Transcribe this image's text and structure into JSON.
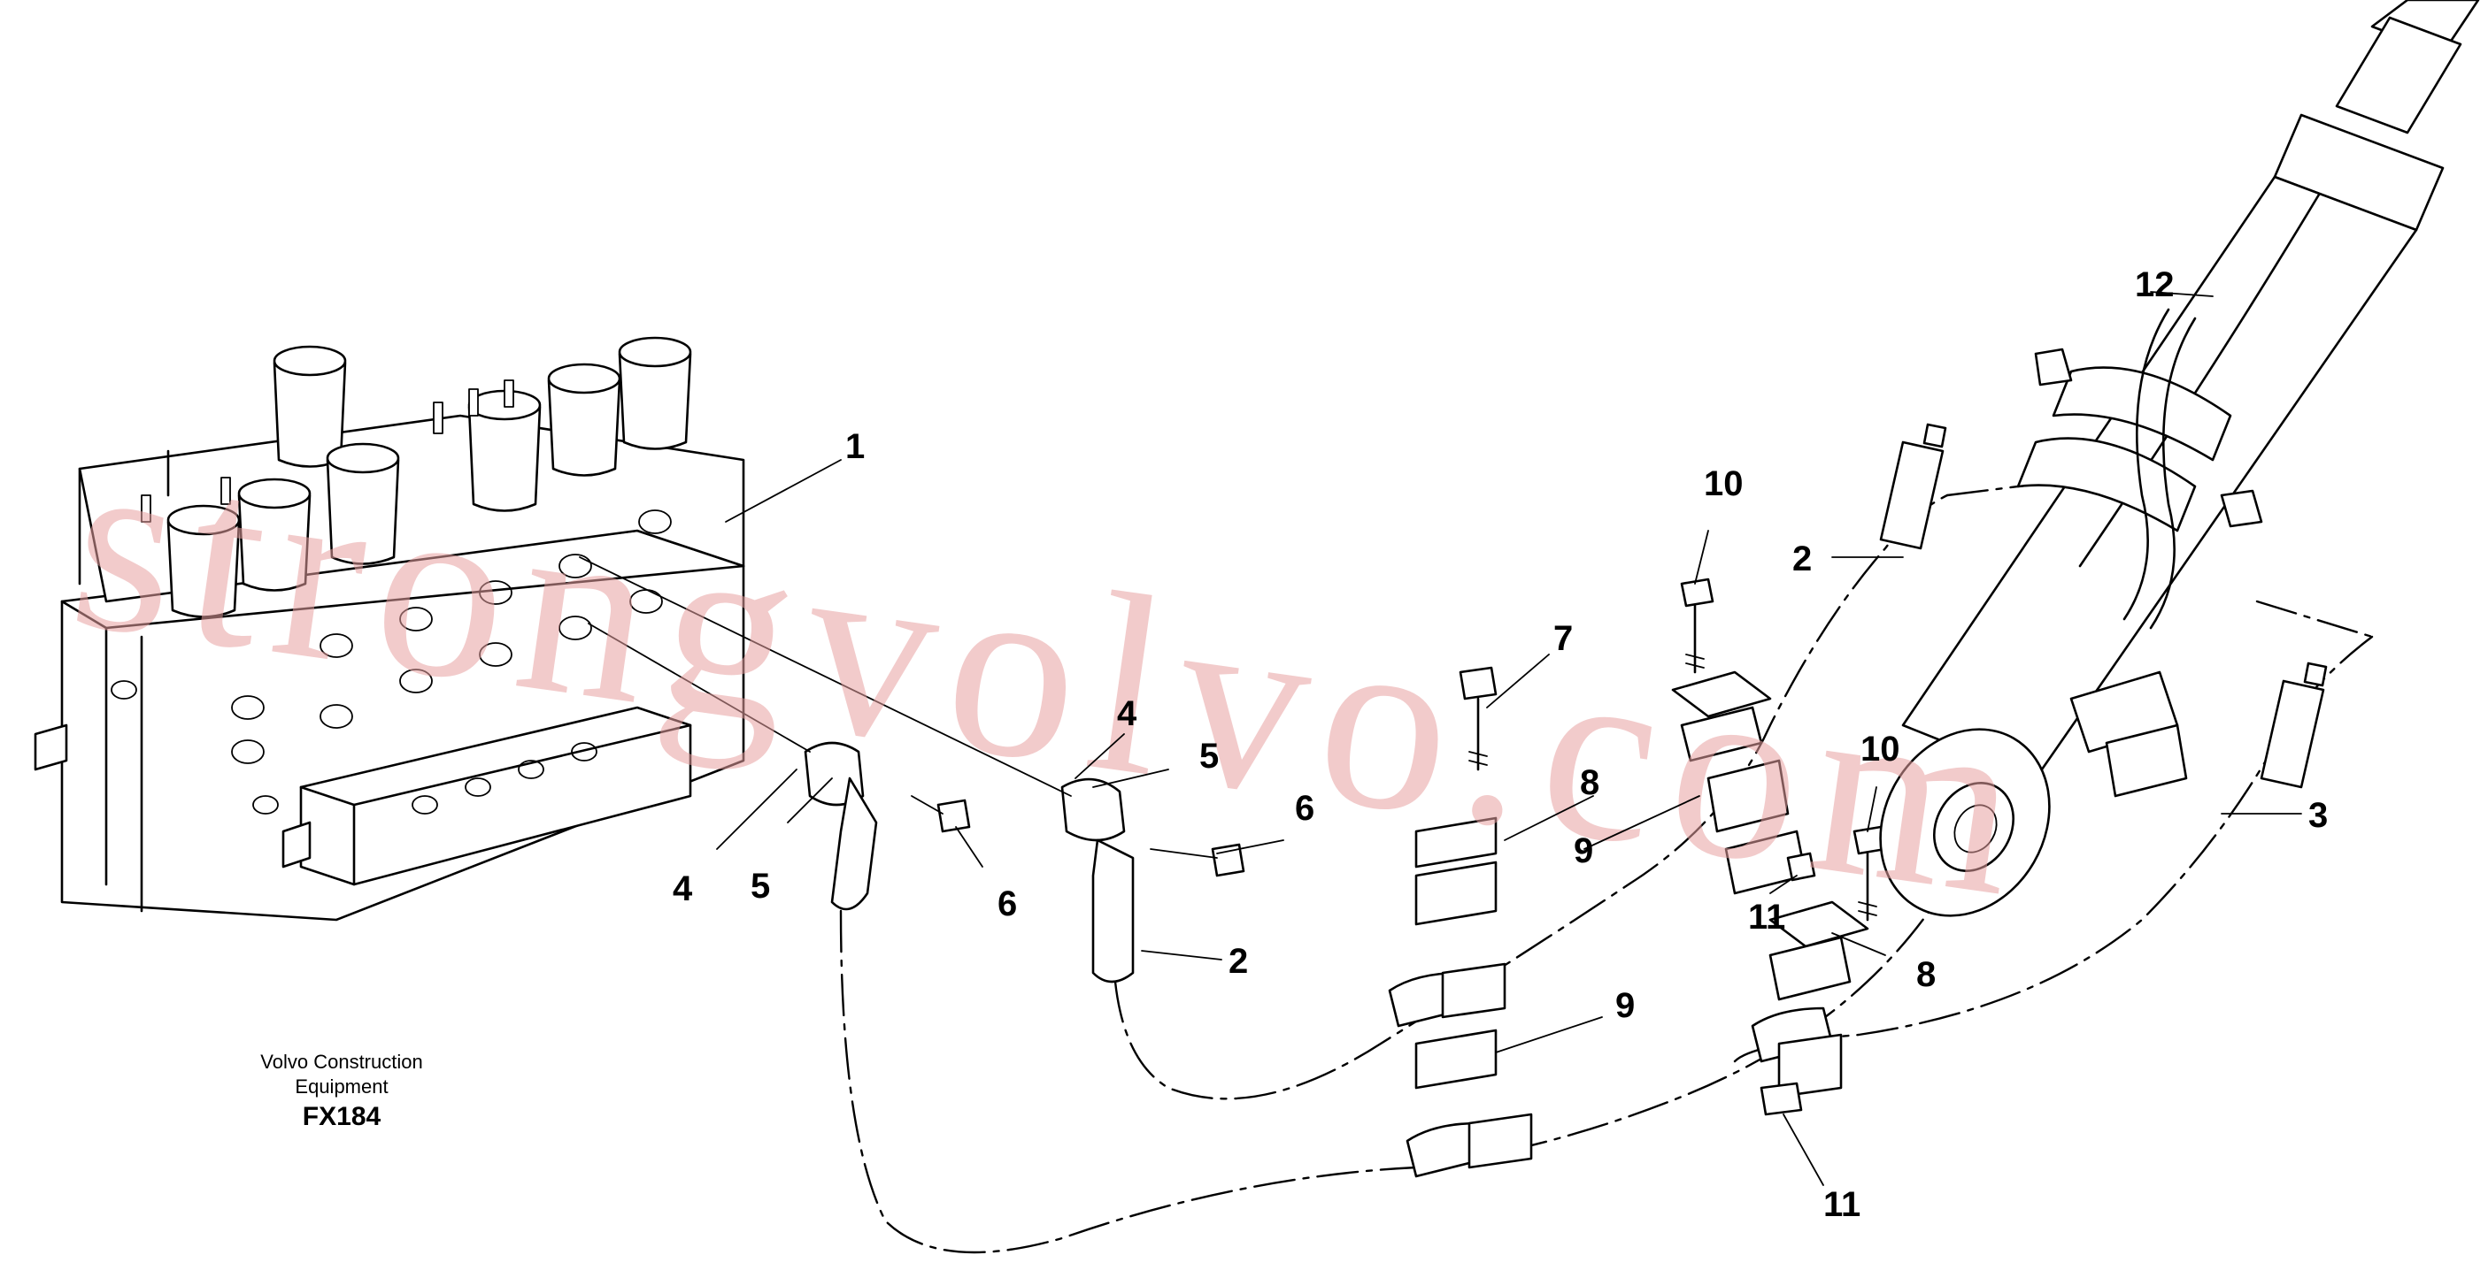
{
  "watermark": {
    "text": "strongvolvo.com",
    "color": "#e8a0a0"
  },
  "caption": {
    "line1": "Volvo Construction",
    "line2": "Equipment",
    "code": "FX184"
  },
  "callouts": {
    "c1": "1",
    "c2a": "2",
    "c2b": "2",
    "c3": "3",
    "c4a": "4",
    "c4b": "4",
    "c5a": "5",
    "c5b": "5",
    "c6a": "6",
    "c6b": "6",
    "c7": "7",
    "c8a": "8",
    "c8b": "8",
    "c9a": "9",
    "c9b": "9",
    "c10a": "10",
    "c10b": "10",
    "c11a": "11",
    "c11b": "11",
    "c12": "12"
  }
}
